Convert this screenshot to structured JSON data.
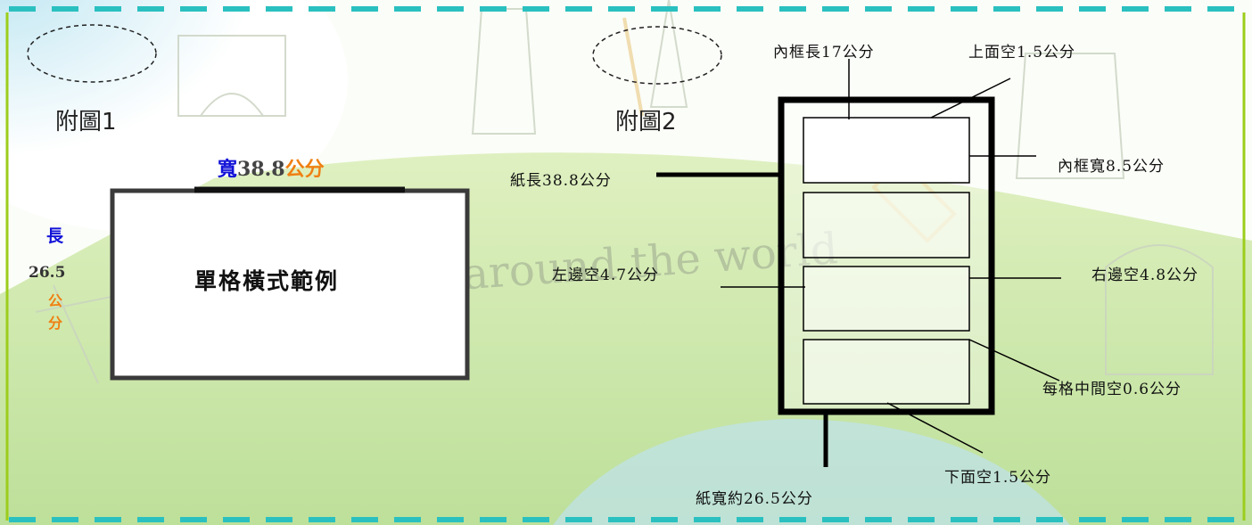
{
  "figure1": {
    "label": "附圖1",
    "width_prefix": "寬",
    "width_value": "38.8",
    "width_unit": "公分",
    "height_prefix": "長",
    "height_value": "26.5",
    "height_unit_1": "公",
    "height_unit_2": "分",
    "box_title": "單格橫式範例"
  },
  "figure2": {
    "label": "附圖2",
    "inner_length": "內框長17公分",
    "top_margin": "上面空1.5公分",
    "inner_width": "內框寬8.5公分",
    "paper_length": "紙長38.8公分",
    "left_margin": "左邊空4.7公分",
    "right_margin": "右邊空4.8公分",
    "gap": "每格中間空0.6公分",
    "bottom_margin": "下面空1.5公分",
    "paper_width": "紙寬約26.5公分"
  },
  "background_text": "All around the world",
  "colors": {
    "frame_green": "#9ccd1c",
    "dash_teal": "#2bc0c0",
    "orange": "#f07f12",
    "blue": "#1212d8"
  }
}
